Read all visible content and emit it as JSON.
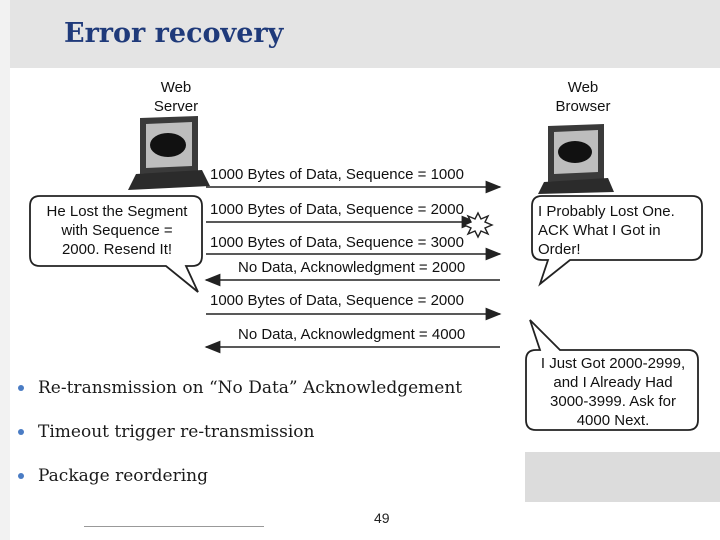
{
  "slide": {
    "title": "Error recovery",
    "page_number": "49"
  },
  "diagram": {
    "server_label": [
      "Web",
      "Server"
    ],
    "browser_label": [
      "Web",
      "Browser"
    ],
    "messages": [
      {
        "text": "1000 Bytes of Data, Sequence = 1000",
        "direction": "to-browser",
        "lost": false
      },
      {
        "text": "1000 Bytes of Data, Sequence = 2000",
        "direction": "to-browser",
        "lost": true
      },
      {
        "text": "1000 Bytes of Data, Sequence = 3000",
        "direction": "to-browser",
        "lost": false
      },
      {
        "text": "No Data, Acknowledgment = 2000",
        "direction": "to-server",
        "lost": false
      },
      {
        "text": "1000 Bytes of Data, Sequence = 2000",
        "direction": "to-browser",
        "lost": false
      },
      {
        "text": "No Data, Acknowledgment = 4000",
        "direction": "to-server",
        "lost": false
      }
    ],
    "server_bubble": [
      "He Lost the Segment",
      "with Sequence =",
      "2000. Resend It!"
    ],
    "browser_bubble_1": [
      "I Probably Lost One.",
      "ACK What I Got in",
      "Order!"
    ],
    "browser_bubble_2": [
      "I Just Got 2000-2999,",
      "and I Already Had",
      "3000-3999. Ask for",
      "4000 Next."
    ]
  },
  "bullets": [
    "Re-transmission on “No Data” Acknowledgement",
    "Timeout trigger re-transmission",
    "Package reordering"
  ],
  "colors": {
    "title": "#1f3a7a",
    "bullet_dot": "#4a7cc4",
    "title_bar": "#e4e4e4"
  }
}
